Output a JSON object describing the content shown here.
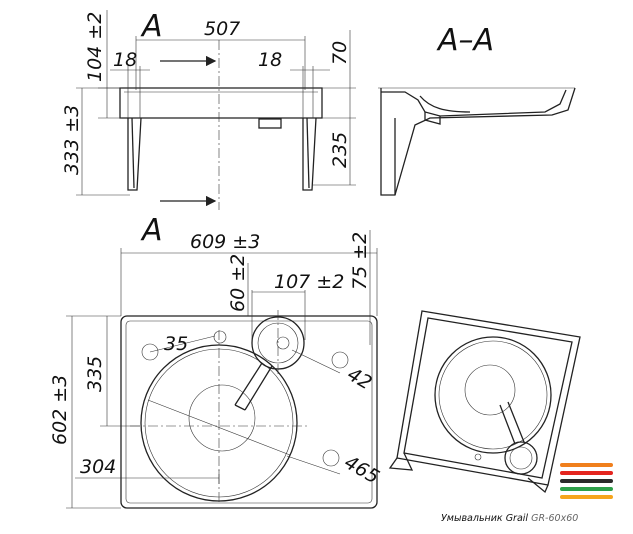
{
  "section_marks": {
    "a_top": "A",
    "a_bottom": "A",
    "section_title": "A–A"
  },
  "dimensions": {
    "top_height": "104 ±2",
    "total_width_top": "507",
    "inset_left": "18",
    "inset_right": "18",
    "rim_height": "70",
    "body_height": "333 ±3",
    "leg_height": "235",
    "overall_width": "609 ±3",
    "overflow_offset": "60 ±2",
    "overflow_diameter": "107 ±2",
    "overflow_offset_right": "75 ±2",
    "tap_hole": "35",
    "overflow_hole": "42",
    "bowl_diameter": "465",
    "depth_total": "602 ±3",
    "depth_to_center": "335",
    "drain_offset": "304"
  },
  "caption": {
    "name": "Умывальник Grail",
    "model": "GR-60x60"
  },
  "stripe_colors": [
    "#f07f1c",
    "#e4251f",
    "#2b2b2b",
    "#2ea04a",
    "#f6a51c"
  ]
}
